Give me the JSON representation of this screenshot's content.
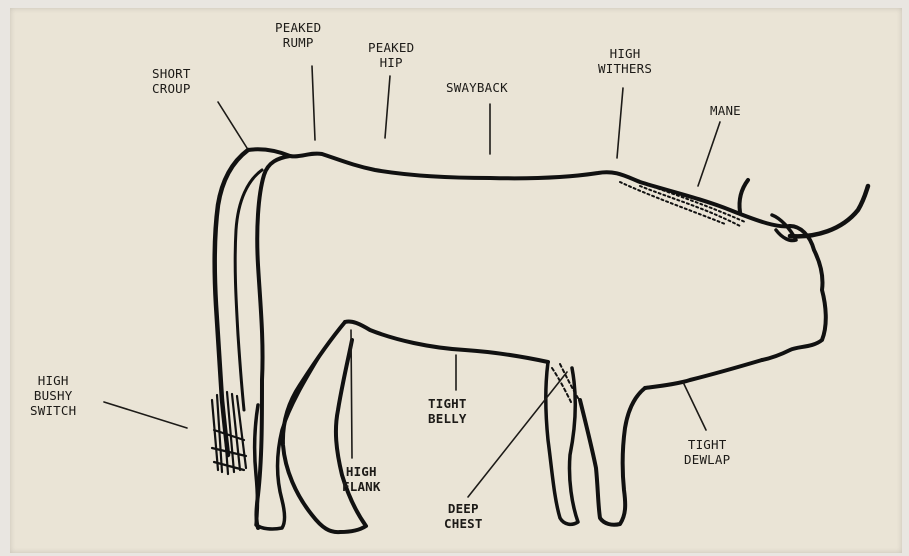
{
  "labels": {
    "short_croup": "SHORT\nCROUP",
    "peaked_rump": "PEAKED\nRUMP",
    "peaked_hip": "PEAKED\nHIP",
    "swayback": "SWAYBACK",
    "high_withers": "HIGH\nWITHERS",
    "mane": "MANE",
    "high_bushy_switch": "HIGH\nBUSHY\nSWITCH",
    "tight_belly": "TIGHT\nBELLY",
    "high_flank": "HIGH\nFLANK",
    "deep_chest": "DEEP\nCHEST",
    "tight_dewlap": "TIGHT\nDEWLAP"
  },
  "colors": {
    "paper": "#eae4d6",
    "ink": "#1d1b18"
  }
}
